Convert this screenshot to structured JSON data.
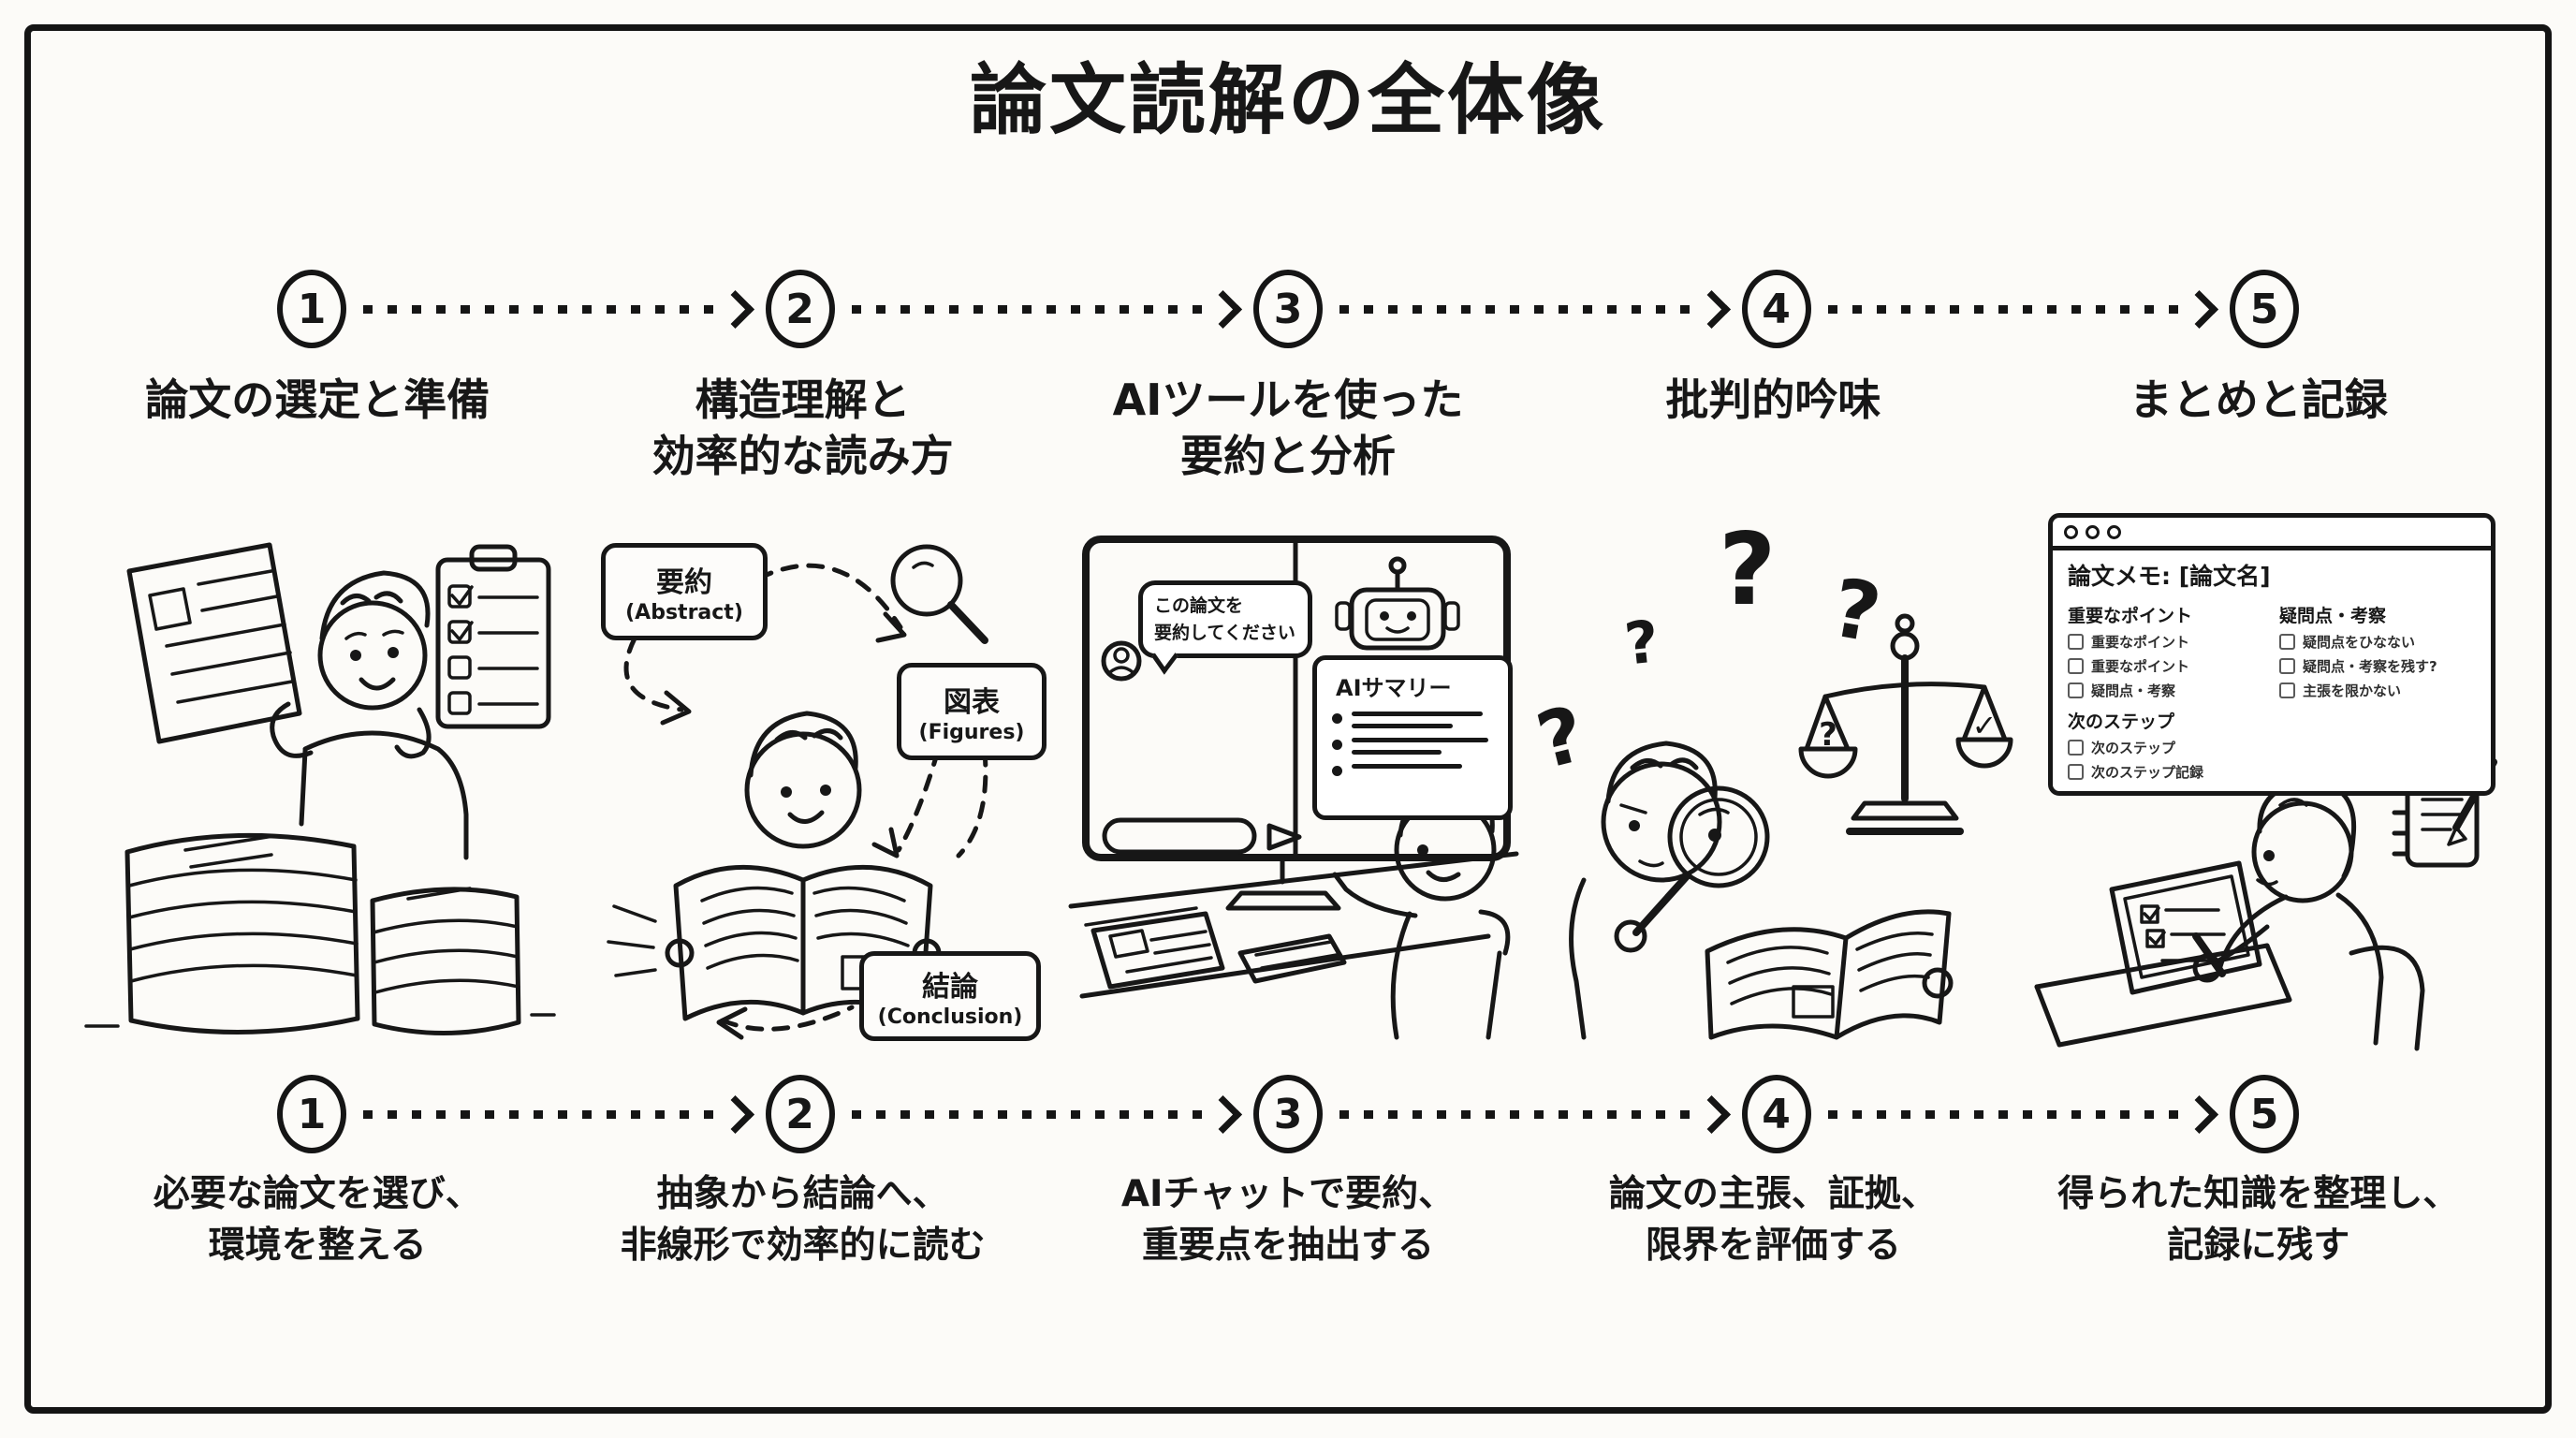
{
  "title": "論文読解の全体像",
  "steps": [
    {
      "number": "1",
      "title_lines": [
        "論文の選定と準備",
        ""
      ],
      "description_lines": [
        "必要な論文を選び、",
        "環境を整える"
      ]
    },
    {
      "number": "2",
      "title_lines": [
        "構造理解と",
        "効率的な読み方"
      ],
      "description_lines": [
        "抽象から結論へ、",
        "非線形で効率的に読む"
      ],
      "labels": {
        "abstract_jp": "要約",
        "abstract_en": "(Abstract)",
        "figures_jp": "図表",
        "figures_en": "(Figures)",
        "conclusion_jp": "結論",
        "conclusion_en": "(Conclusion)"
      }
    },
    {
      "number": "3",
      "title_lines": [
        "AIツールを使った",
        "要約と分析"
      ],
      "description_lines": [
        "AIチャットで要約、",
        "重要点を抽出する"
      ],
      "chat": {
        "user_message_line1": "この論文を",
        "user_message_line2": "要約してください",
        "summary_title": "AIサマリー"
      }
    },
    {
      "number": "4",
      "title_lines": [
        "批判的吟味",
        ""
      ],
      "description_lines": [
        "論文の主張、証拠、",
        "限界を評価する"
      ],
      "marks": {
        "question_marks": [
          "?",
          "?",
          "?",
          "?"
        ],
        "scale_left": "?",
        "scale_right": "✓"
      }
    },
    {
      "number": "5",
      "title_lines": [
        "まとめと記録",
        ""
      ],
      "description_lines": [
        "得られた知識を整理し、",
        "記録に残す"
      ],
      "memo": {
        "title": "論文メモ: [論文名]",
        "col_left": {
          "header": "重要なポイント",
          "items": [
            "重要なポイント",
            "重要なポイント",
            "疑問点・考察"
          ]
        },
        "col_right": {
          "header": "疑問点・考察",
          "items": [
            "疑問点をひなない",
            "疑問点・考察を残す?",
            "主張を限かない"
          ]
        },
        "next": {
          "header": "次のステップ",
          "items": [
            "次のステップ",
            "次のステップ記録"
          ]
        }
      }
    }
  ],
  "ink_color": "#171717",
  "background_color": "#fcfbf8"
}
